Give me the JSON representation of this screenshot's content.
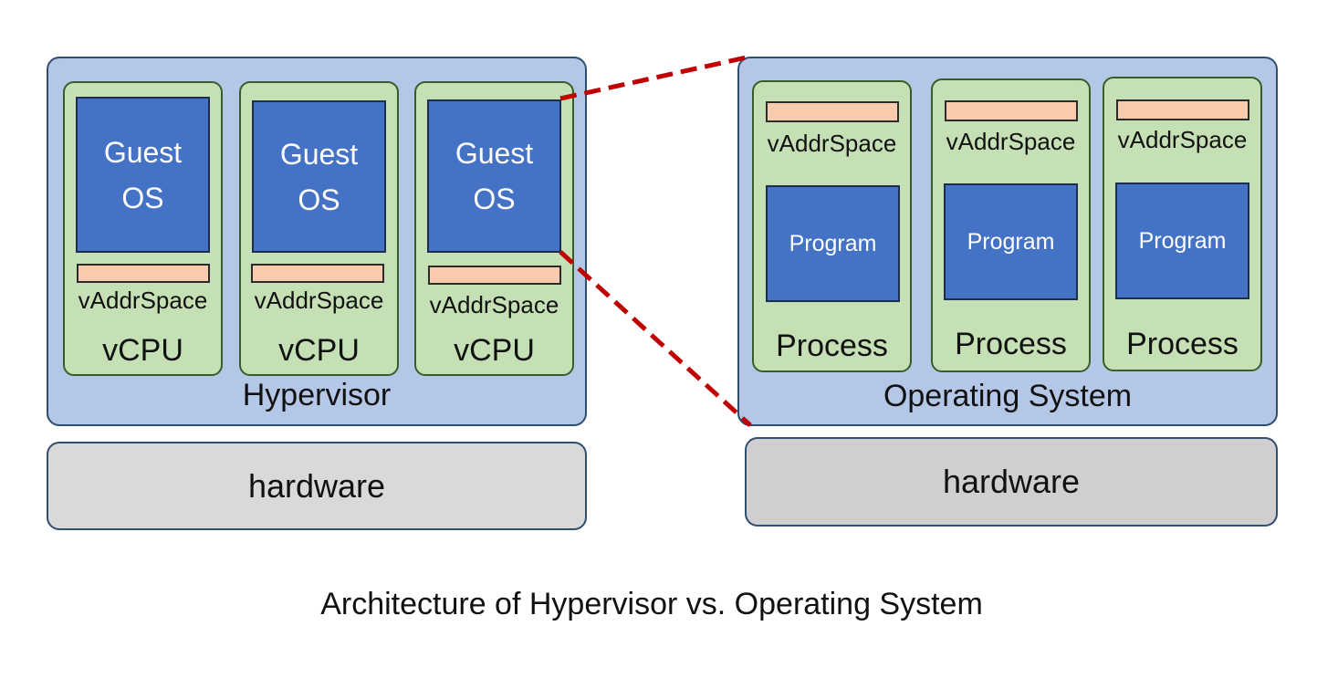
{
  "hypervisor_side": {
    "label": "Hypervisor",
    "vcpus": [
      {
        "guest_line1": "Guest",
        "guest_line2": "OS",
        "addr_label": "vAddrSpace",
        "label": "vCPU"
      },
      {
        "guest_line1": "Guest",
        "guest_line2": "OS",
        "addr_label": "vAddrSpace",
        "label": "vCPU"
      },
      {
        "guest_line1": "Guest",
        "guest_line2": "OS",
        "addr_label": "vAddrSpace",
        "label": "vCPU"
      }
    ],
    "hardware_label": "hardware"
  },
  "os_side": {
    "label": "Operating System",
    "processes": [
      {
        "addr_label": "vAddrSpace",
        "program_label": "Program",
        "label": "Process"
      },
      {
        "addr_label": "vAddrSpace",
        "program_label": "Program",
        "label": "Process"
      },
      {
        "addr_label": "vAddrSpace",
        "program_label": "Program",
        "label": "Process"
      }
    ],
    "hardware_label": "hardware"
  },
  "caption": "Architecture of Hypervisor vs. Operating System",
  "colors": {
    "container_fill": "#b4c7e7",
    "cell_fill": "#c5e0b4",
    "box_fill": "#4472c4",
    "addr_strip_fill": "#f8cbad",
    "hardware_left_fill": "#d9d9d9",
    "hardware_right_fill": "#d0cece",
    "zoom_line": "#c00000"
  }
}
